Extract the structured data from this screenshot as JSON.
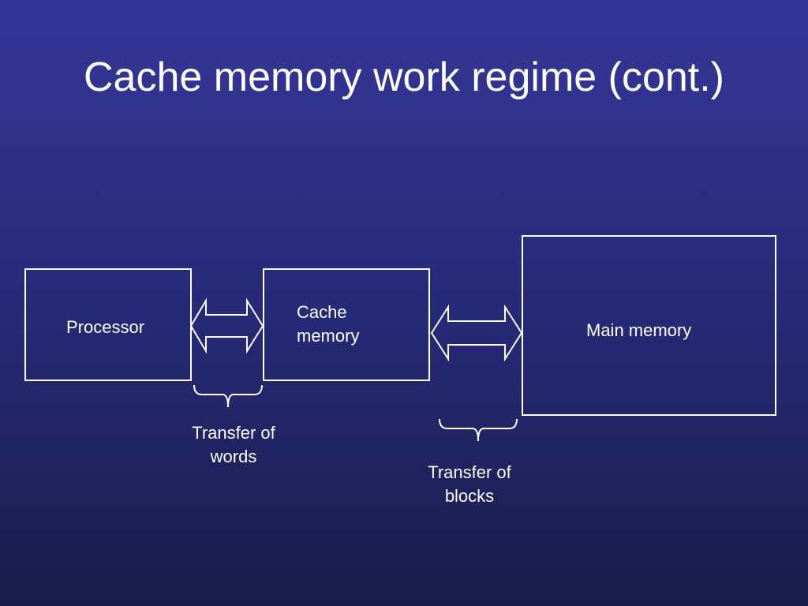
{
  "slide": {
    "title": "Cache memory work regime (cont.)"
  },
  "diagram": {
    "processor": {
      "label": "Processor"
    },
    "cache": {
      "label_line1": "Cache",
      "label_line2": "memory"
    },
    "main_memory": {
      "label": "Main memory"
    },
    "word_transfer": {
      "line1": "Transfer of",
      "line2": "words"
    },
    "block_transfer": {
      "line1": "Transfer of",
      "line2": "blocks"
    }
  },
  "colors": {
    "background_top": "#353797",
    "background_bottom": "#1a1d4a",
    "foreground": "#ffffff"
  }
}
